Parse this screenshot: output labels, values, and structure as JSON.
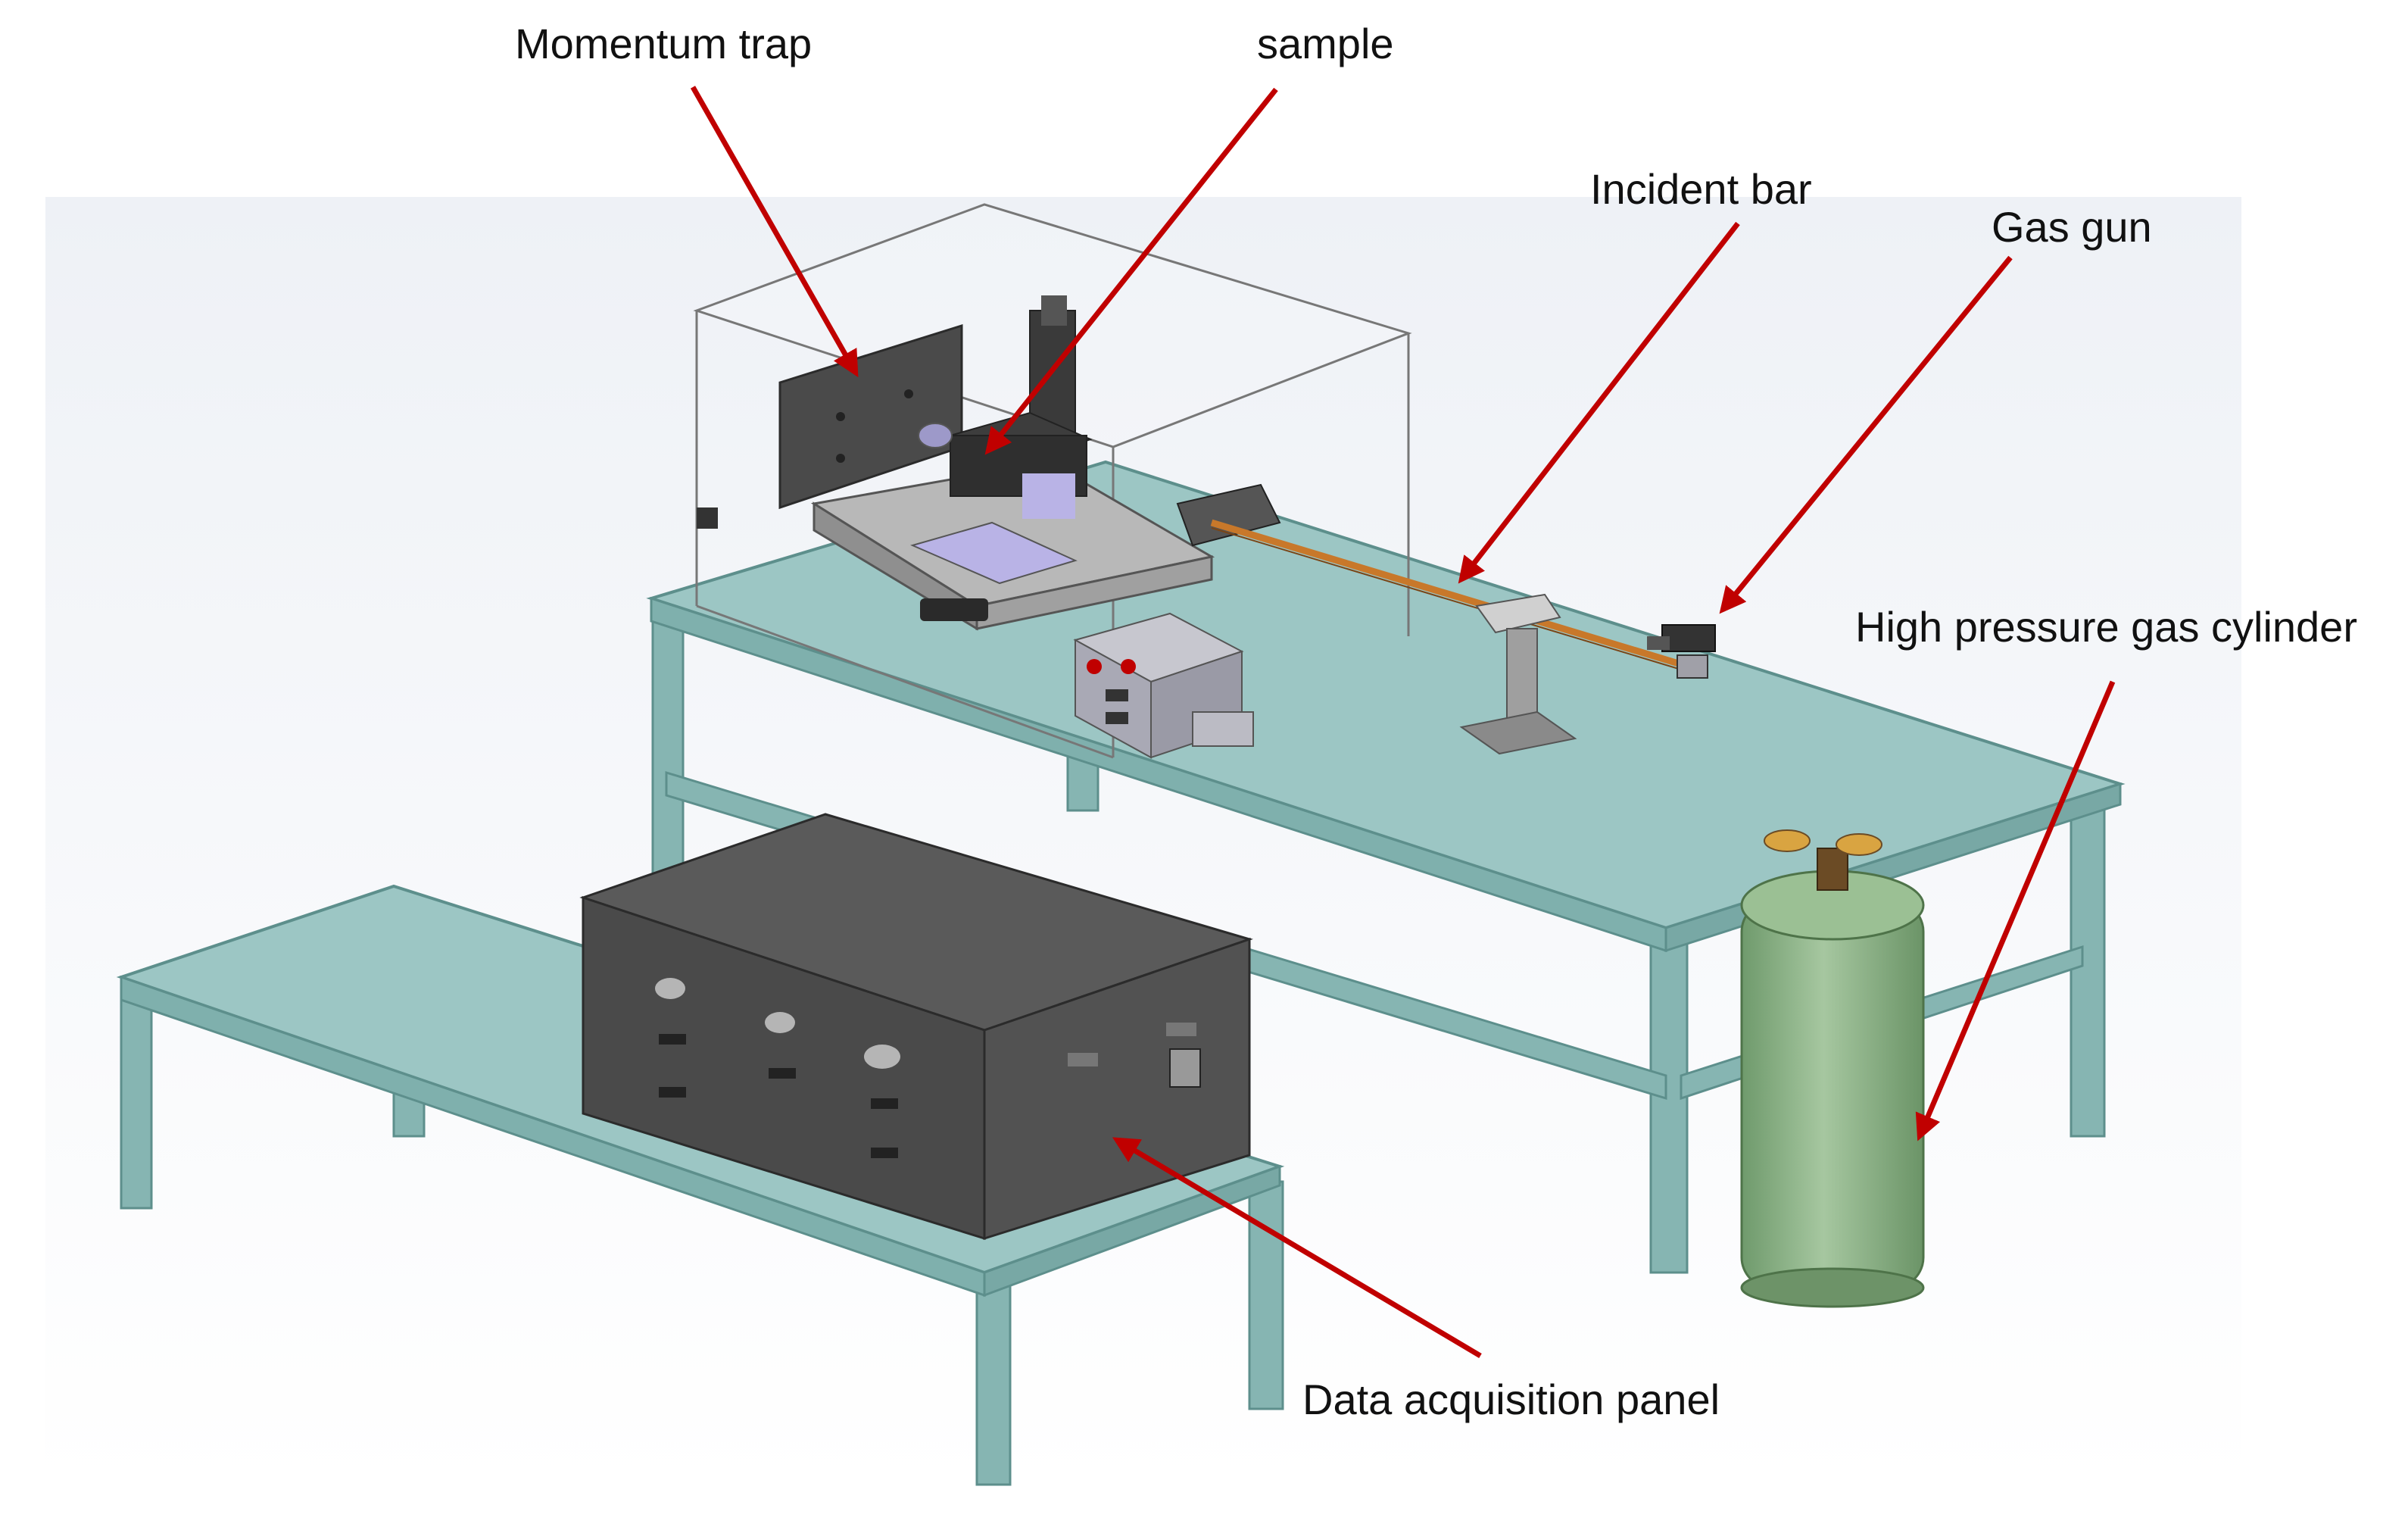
{
  "labels": {
    "momentum_trap": "Momentum trap",
    "sample": "sample",
    "incident_bar": "Incident bar",
    "gas_gun": "Gas gun",
    "gas_cylinder": "High pressure gas cylinder",
    "daq_panel": "Data acquisition panel"
  },
  "colors": {
    "arrow": "#c00000",
    "table_top": "#9cc6c4",
    "table_frame": "#7fb0ad",
    "daq_box": "#4a4a4a",
    "cylinder": "#8fb38a",
    "incident_bar": "#c8782a",
    "enclosure_line": "#777777",
    "background_shade": "#e9ecf2"
  },
  "icons": {
    "daq_knob": "round-knob",
    "control_button": "red-circle-button"
  }
}
